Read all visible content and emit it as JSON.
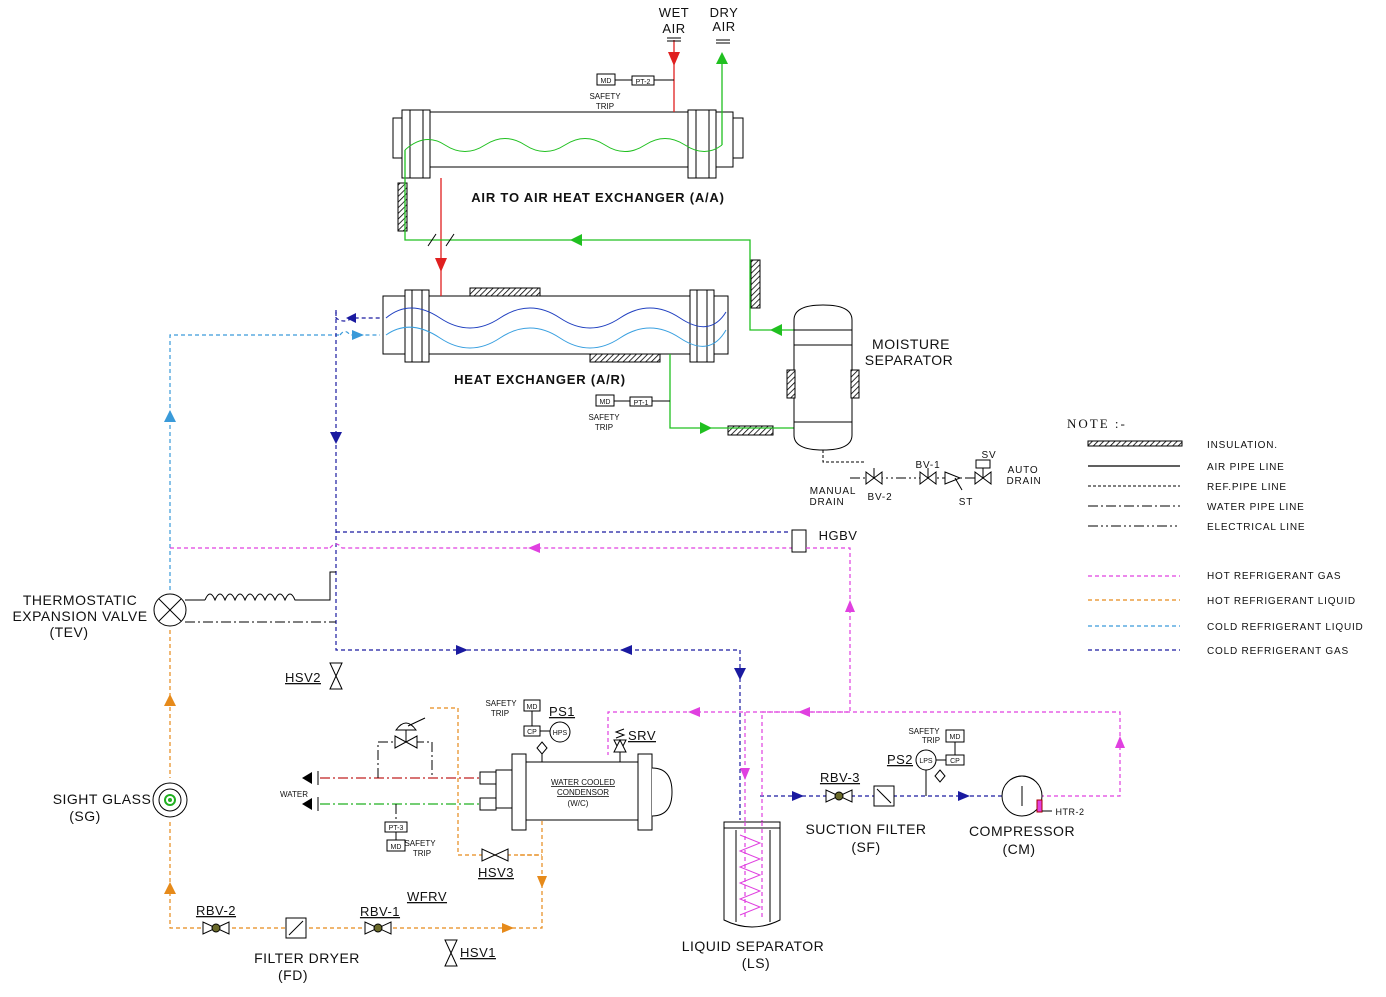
{
  "labels": {
    "wet_air": [
      "WET",
      "AIR"
    ],
    "dry_air": [
      "DRY",
      "AIR"
    ],
    "md": "MD",
    "pt2": "PT-2",
    "pt1": "PT-1",
    "pt3": "PT-3",
    "safety_trip": [
      "SAFETY",
      "TRIP"
    ],
    "aa_hx": "AIR TO AIR HEAT EXCHANGER (A/A)",
    "ar_hx": "HEAT EXCHANGER (A/R)",
    "moisture_sep": [
      "MOISTURE",
      "SEPARATOR"
    ],
    "bv1": "BV-1",
    "bv2": "BV-2",
    "sv": "SV",
    "st": "ST",
    "manual_drain": [
      "MANUAL",
      "DRAIN"
    ],
    "auto_drain": [
      "AUTO",
      "DRAIN"
    ],
    "hgbv": "HGBV",
    "tev": [
      "THERMOSTATIC",
      "EXPANSION VALVE",
      "(TEV)"
    ],
    "hsv2": "HSV2",
    "hsv3": "HSV3",
    "hsv1": "HSV1",
    "sight_glass": [
      "SIGHT GLASS",
      "(SG)"
    ],
    "water": "WATER",
    "ps1": "PS1",
    "hps": "HPS",
    "cp": "CP",
    "srv": "SRV",
    "condenser": [
      "WATER COOLED",
      "CONDENSOR",
      "(W/C)"
    ],
    "rbv1": "RBV-1",
    "rbv2": "RBV-2",
    "rbv3": "RBV-3",
    "wfrv": "WFRV",
    "filter_dryer": [
      "FILTER DRYER",
      "(FD)"
    ],
    "liquid_sep": [
      "LIQUID SEPARATOR",
      "(LS)"
    ],
    "suction_filter": [
      "SUCTION FILTER",
      "(SF)"
    ],
    "ps2": "PS2",
    "lps": "LPS",
    "compressor": [
      "COMPRESSOR",
      "(CM)"
    ],
    "htr2": "HTR-2"
  },
  "legend": {
    "title": "NOTE :-",
    "items": [
      "INSULATION.",
      "AIR PIPE LINE",
      "REF.PIPE LINE",
      "WATER PIPE LINE",
      "ELECTRICAL LINE",
      "HOT REFRIGERANT GAS",
      "HOT REFRIGERANT LIQUID",
      "COLD REFRIGERANT LIQUID",
      "COLD REFRIGERANT GAS"
    ]
  },
  "colors": {
    "hot_refrigerant_gas": "#e040e0",
    "hot_refrigerant_liquid": "#e68a1a",
    "cold_refrigerant_liquid": "#3a9ad9",
    "cold_refrigerant_gas": "#1a1aa0",
    "wet_air": "#e02020",
    "dry_air": "#20c020"
  }
}
